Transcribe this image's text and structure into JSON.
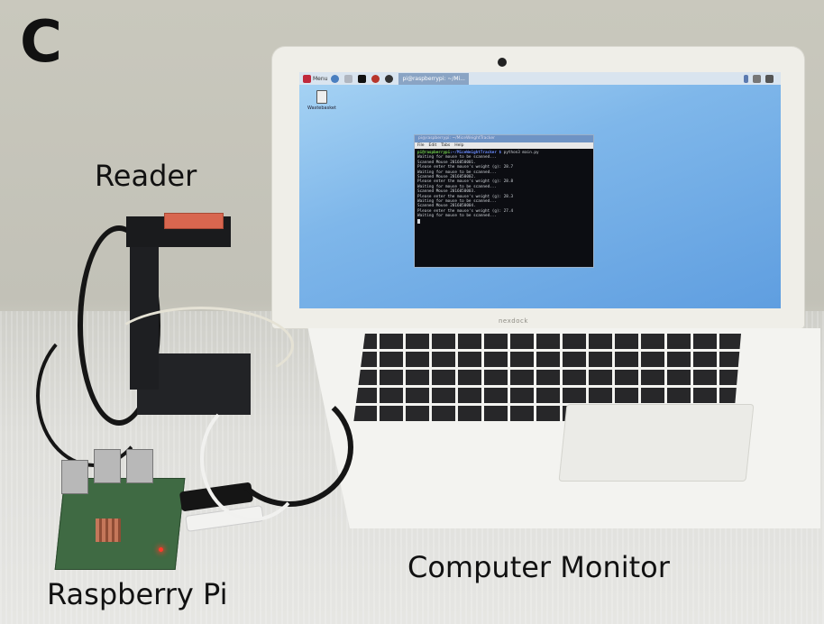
{
  "figure": {
    "panel_letter": "C",
    "labels": {
      "reader": "Reader",
      "raspberry_pi": "Raspberry Pi",
      "computer_monitor": "Computer Monitor"
    }
  },
  "laptop": {
    "brand": "nexdock",
    "desktop": {
      "taskbar": {
        "menu_label": "Menu",
        "window_button": "pi@raspberrypi: ~/Mi..."
      },
      "desktop_icons": [
        {
          "label": "Wastebasket"
        }
      ],
      "terminal": {
        "title": "pi@raspberrypi: ~/MiceWeightTracker",
        "menu": [
          "File",
          "Edit",
          "Tabs",
          "Help"
        ],
        "prompt_user": "pi@raspberrypi",
        "prompt_path": ":~/MiceWeightTracker $",
        "command": "python3 main.py",
        "lines": [
          "Waiting for mouse to be scanned...",
          "Scanned Mouse 2016050001.",
          "Please enter the mouse's weight (g): 28.7",
          "Waiting for mouse to be scanned...",
          "Scanned Mouse 2016050002.",
          "Please enter the mouse's weight (g): 28.8",
          "Waiting for mouse to be scanned...",
          "Scanned Mouse 2016050003.",
          "Please enter the mouse's weight (g): 28.3",
          "Waiting for mouse to be scanned...",
          "Scanned Mouse 2016050004.",
          "Please enter the mouse's weight (g): 27.4",
          "Waiting for mouse to be scanned..."
        ]
      }
    }
  },
  "colors": {
    "screen_blue": "#7fb7ea",
    "terminal_bg": "#0c0d12",
    "prompt_green": "#6ecc4a",
    "prompt_blue": "#6a8cff",
    "rfid_tag": "#d8664f",
    "pi_board": "#3f6a43",
    "pi_led": "#ff3a2a"
  }
}
